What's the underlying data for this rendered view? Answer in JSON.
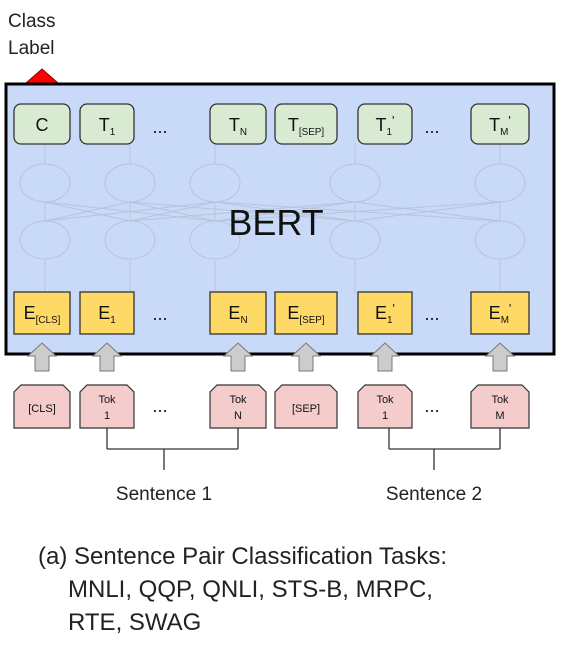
{
  "class_label": [
    "Class",
    "Label"
  ],
  "model_name": "BERT",
  "output_tokens": [
    {
      "main": "C",
      "sub": ""
    },
    {
      "main": "T",
      "sub": "1"
    },
    {
      "main": "...",
      "sub": ""
    },
    {
      "main": "T",
      "sub": "N"
    },
    {
      "main": "T",
      "sub": "[SEP]"
    },
    {
      "main": "T",
      "sub": "1",
      "prime": "'"
    },
    {
      "main": "...",
      "sub": ""
    },
    {
      "main": "T",
      "sub": "M",
      "prime": "'"
    }
  ],
  "embeddings": [
    {
      "main": "E",
      "sub": "[CLS]"
    },
    {
      "main": "E",
      "sub": "1"
    },
    {
      "main": "...",
      "sub": ""
    },
    {
      "main": "E",
      "sub": "N"
    },
    {
      "main": "E",
      "sub": "[SEP]"
    },
    {
      "main": "E",
      "sub": "1",
      "prime": "'"
    },
    {
      "main": "...",
      "sub": ""
    },
    {
      "main": "E",
      "sub": "M",
      "prime": "'"
    }
  ],
  "input_tokens": [
    [
      "[CLS]"
    ],
    [
      "Tok",
      "1"
    ],
    [
      "..."
    ],
    [
      "Tok",
      "N"
    ],
    [
      "[SEP]"
    ],
    [
      "Tok",
      "1"
    ],
    [
      "..."
    ],
    [
      "Tok",
      "M"
    ]
  ],
  "sentences": [
    "Sentence 1",
    "Sentence 2"
  ],
  "caption": {
    "line1": "(a) Sentence Pair Classification Tasks:",
    "line2": "MNLI, QQP, QNLI, STS-B, MRPC,",
    "line3": "RTE, SWAG"
  },
  "colors": {
    "bert_fill": "#c9daf8",
    "output_fill": "#d9ead3",
    "embed_fill": "#ffd966",
    "input_fill": "#f4cccc",
    "arrow_red": "#ff0000",
    "arrow_gray": "#cccccc"
  }
}
